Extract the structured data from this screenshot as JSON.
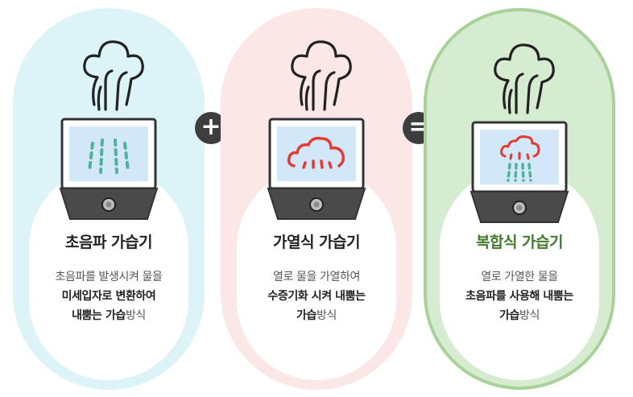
{
  "operators": {
    "plus": "+",
    "equals": "="
  },
  "cards": [
    {
      "title": "초음파 가습기",
      "lines": [
        {
          "normal": "초음파를 발생시켜 물을",
          "bold": ""
        },
        {
          "normal": "",
          "bold": "미세입자로 변환하여"
        },
        {
          "bold": "내뿜는 가습",
          "normal": "방식"
        }
      ]
    },
    {
      "title": "가열식 가습기",
      "lines": [
        {
          "normal": "열로 물을 가열하여",
          "bold": ""
        },
        {
          "normal": "",
          "bold": "수증기화 시켜 내뿜는"
        },
        {
          "bold": "가습",
          "normal": "방식"
        }
      ]
    },
    {
      "title": "복합식 가습기",
      "lines": [
        {
          "normal": "열로 가열한 물을",
          "bold": ""
        },
        {
          "normal": "",
          "bold": "초음파를 사용해 내뿜는"
        },
        {
          "bold": "가습",
          "normal": "방식"
        }
      ]
    }
  ],
  "icons": {
    "steam": "steam-icon",
    "humidifier": "humidifier-icon",
    "ultrasonic_mist": "ultrasonic-mist-icon",
    "heat_cloud": "heat-cloud-icon",
    "combined_mist": "combined-mist-icon"
  },
  "colors": {
    "card1_bg": "#dcf4f7",
    "card2_bg": "#fbe7e5",
    "card3_bg": "#d6ecd0",
    "card3_border": "#a9d29b",
    "title_green": "#3f7a2d",
    "screen_blue": "#d2e8f8",
    "mist_teal": "#4fb39a",
    "heat_red": "#e23a35",
    "operator_dark": "#3d3d3d"
  }
}
